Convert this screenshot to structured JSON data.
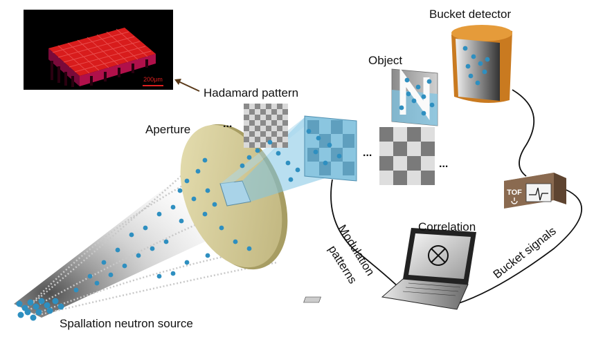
{
  "labels": {
    "bucket_detector": "Bucket detector",
    "object": "Object",
    "hadamard_pattern": "Hadamard pattern",
    "aperture": "Aperture",
    "correlation": "Correlation",
    "tof": "TOF",
    "modulation_line1": "Modulation",
    "modulation_line2": "patterns",
    "bucket_signals": "Bucket signals",
    "source": "Spallation neutron source",
    "scale_bar": "200μm",
    "ellipsis": "..."
  },
  "colors": {
    "inset_background": "#000000",
    "hadamard_red": "#e02020",
    "aperture_disc": "#d8cf98",
    "neutron": "#2e8fc0",
    "detector_body": "#d88a2a",
    "tof_box": "#8a6a50",
    "beam_highlight": "#9fd3ea",
    "arrow": "#5a3a1a"
  },
  "icons": {
    "correlation_symbol": "circled-times-icon",
    "power": "power-icon",
    "waveform": "pulse-waveform-icon"
  }
}
